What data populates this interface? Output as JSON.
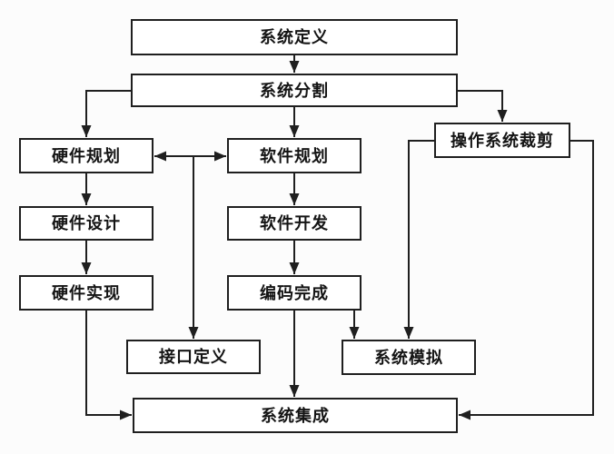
{
  "diagram": {
    "type": "flowchart",
    "language": "zh",
    "colors": {
      "line": "#1f1f1f",
      "box_fill": "#ffffff",
      "background": "#fcfcfc",
      "text": "#141414"
    },
    "nodes": {
      "sys_def": {
        "label": "系统定义"
      },
      "sys_part": {
        "label": "系统分割"
      },
      "hw_plan": {
        "label": "硬件规划"
      },
      "sw_plan": {
        "label": "软件规划"
      },
      "os_tailor": {
        "label": "操作系统裁剪"
      },
      "hw_design": {
        "label": "硬件设计"
      },
      "sw_dev": {
        "label": "软件开发"
      },
      "hw_impl": {
        "label": "硬件实现"
      },
      "code_done": {
        "label": "编码完成"
      },
      "iface_def": {
        "label": "接口定义"
      },
      "sys_sim": {
        "label": "系统模拟"
      },
      "sys_integ": {
        "label": "系统集成"
      }
    },
    "edges": [
      {
        "from": "系统定义",
        "to": "系统分割",
        "type": "arrow"
      },
      {
        "from": "系统分割",
        "to": "硬件规划",
        "type": "arrow"
      },
      {
        "from": "系统分割",
        "to": "软件规划",
        "type": "arrow"
      },
      {
        "from": "系统分割",
        "to": "操作系统裁剪",
        "type": "arrow"
      },
      {
        "from": "硬件规划",
        "to": "软件规划",
        "type": "double-arrow"
      },
      {
        "from": "硬件规划-软件规划连线",
        "to": "接口定义",
        "type": "arrow"
      },
      {
        "from": "硬件规划",
        "to": "硬件设计",
        "type": "arrow"
      },
      {
        "from": "硬件设计",
        "to": "硬件实现",
        "type": "arrow"
      },
      {
        "from": "软件规划",
        "to": "软件开发",
        "type": "arrow"
      },
      {
        "from": "软件开发",
        "to": "编码完成",
        "type": "arrow"
      },
      {
        "from": "编码完成",
        "to": "系统集成",
        "type": "arrow"
      },
      {
        "from": "编码完成",
        "to": "系统模拟",
        "type": "arrow"
      },
      {
        "from": "操作系统裁剪",
        "to": "系统模拟",
        "type": "arrow"
      },
      {
        "from": "操作系统裁剪",
        "to": "系统集成",
        "type": "arrow"
      },
      {
        "from": "硬件实现",
        "to": "系统集成",
        "type": "arrow"
      }
    ]
  }
}
